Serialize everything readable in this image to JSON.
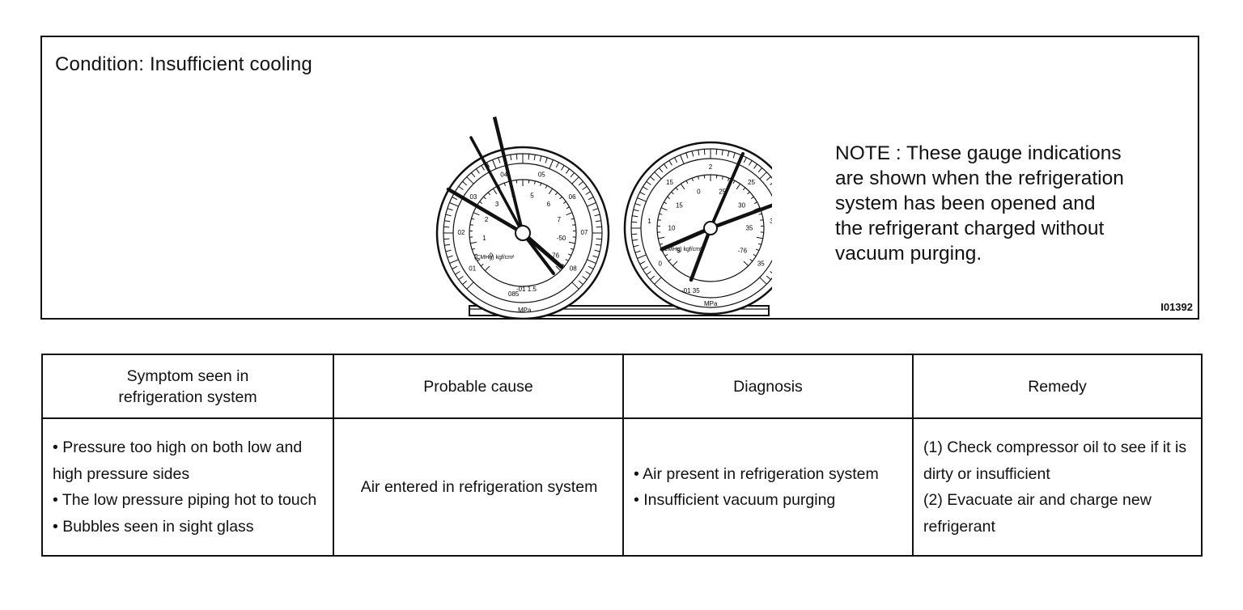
{
  "figure": {
    "condition": "Condition: Insufficient cooling",
    "note": "NOTE : These gauge indications are shown when the refrigeration system has been opened and the refrigerant charged without vacuum purging.",
    "figure_id": "I01392",
    "low_gauge": {
      "outer_labels": [
        "01",
        "02",
        "03",
        "04",
        "05",
        "06",
        "07",
        "08",
        "085"
      ],
      "inner_labels": [
        "0",
        "1",
        "2",
        "3",
        "4",
        "5",
        "6",
        "7",
        "-50",
        "-76"
      ],
      "unit_inner": "(CMHg) kgf/cm²",
      "unit_bottom": "-01  1.5",
      "unit_mpa": "MPa"
    },
    "high_gauge": {
      "outer_labels": [
        "0",
        "1",
        "15",
        "2",
        "25",
        "3",
        "35"
      ],
      "inner_labels": [
        "5",
        "10",
        "15",
        "0",
        "25",
        "30",
        "35",
        "-76"
      ],
      "unit_inner": "(CMHg) kgf/cm²",
      "unit_bottom": "-01  35",
      "unit_mpa": "MPa"
    }
  },
  "table": {
    "headers": [
      "Symptom seen in refrigeration system",
      "Probable cause",
      "Diagnosis",
      "Remedy"
    ],
    "symptoms": [
      "• Pressure too high on both low and high pressure sides",
      "• The low pressure piping hot to touch",
      "• Bubbles seen in sight glass"
    ],
    "cause": "Air entered in refrigeration system",
    "diagnosis": [
      "• Air present in refrigeration system",
      "• Insufficient vacuum purging"
    ],
    "remedy": [
      "(1) Check compressor oil to see if it is dirty or insufficient",
      "(2) Evacuate air and charge new refrigerant"
    ]
  }
}
